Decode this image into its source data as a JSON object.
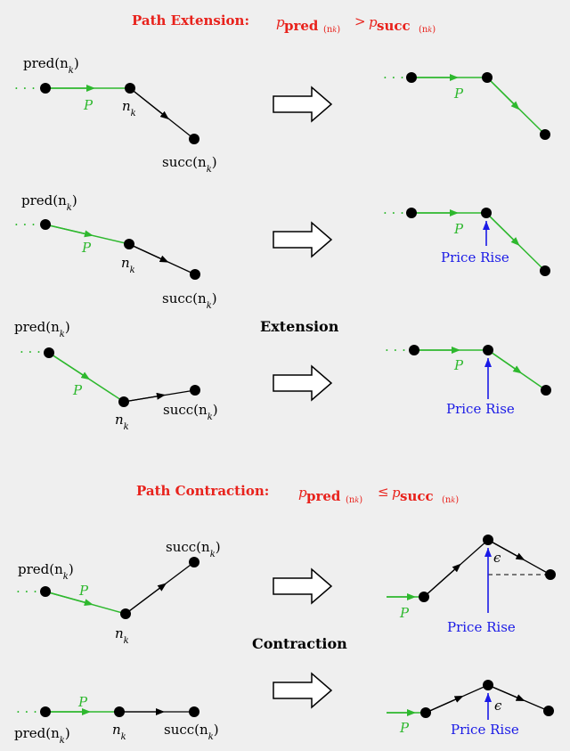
{
  "extension": {
    "title_bold": "Path Extension:",
    "title_math": {
      "p": "p",
      "pred": "pred",
      "gt": ">",
      "succ": "succ",
      "sub": "(n",
      "k": "k",
      "close": ")"
    },
    "section_label": "Extension"
  },
  "contraction": {
    "title_bold": "Path Contraction:",
    "title_math": {
      "p": "p",
      "pred": "pred",
      "le": "≤",
      "succ": "succ",
      "sub": "(n",
      "k": "k",
      "close": ")"
    },
    "section_label": "Contraction"
  },
  "labels": {
    "pred": "pred(n",
    "succ": "succ(n",
    "n": "n",
    "k": "k",
    "close": ")",
    "path": "P",
    "dots": "· · ·",
    "price_rise": "Price Rise",
    "epsilon": "ϵ"
  },
  "colors": {
    "title": "#e8221c",
    "path": "#2eb82e",
    "price": "#1a1ae6",
    "edge": "#000000",
    "background": "#efefef"
  }
}
